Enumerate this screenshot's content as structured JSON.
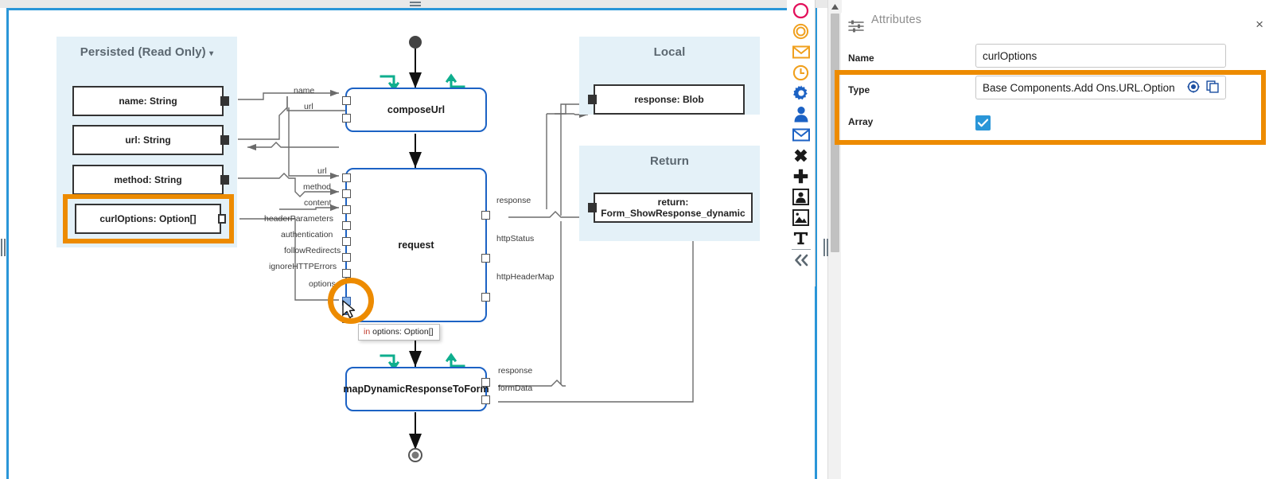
{
  "canvas": {
    "groups": [
      {
        "name": "persisted",
        "title": "Persisted (Read Only)",
        "caret": "▾"
      },
      {
        "name": "local",
        "title": "Local",
        "caret": ""
      },
      {
        "name": "return",
        "title": "Return",
        "caret": ""
      }
    ],
    "persisted_vars": [
      {
        "label": "name: String"
      },
      {
        "label": "url: String"
      },
      {
        "label": "method: String"
      },
      {
        "label": "curlOptions: Option[]"
      }
    ],
    "local_vars": [
      {
        "label": "response: Blob"
      }
    ],
    "return_vars": [
      {
        "label": "return: Form_ShowResponse_dynamic"
      }
    ],
    "nodes": [
      {
        "name": "composeUrl",
        "label": "composeUrl",
        "inputs": [
          "name",
          "url"
        ],
        "outputs": []
      },
      {
        "name": "request",
        "label": "request",
        "inputs": [
          "url",
          "method",
          "content",
          "headerParameters",
          "authentication",
          "followRedirects",
          "ignoreHTTPErrors",
          "options"
        ],
        "outputs": [
          "response",
          "httpStatus",
          "httpHeaderMap"
        ]
      },
      {
        "name": "mapDynamicResponseToForm",
        "label": "mapDynamicResponseToForm",
        "inputs": [],
        "outputs": [
          "response",
          "formData"
        ]
      }
    ],
    "tooltip": {
      "prefix": "in",
      "text": "options: Option[]"
    },
    "highlight_color": "#ed8b00"
  },
  "toolbar": {
    "items": [
      {
        "name": "circle-outline-icon",
        "color": "#e3105b"
      },
      {
        "name": "double-circle-icon",
        "color": "#f0a01e"
      },
      {
        "name": "envelope-orange-icon",
        "color": "#f0a01e"
      },
      {
        "name": "clock-icon",
        "color": "#f0a01e"
      },
      {
        "name": "gear-icon",
        "color": "#1c62c4"
      },
      {
        "name": "user-icon",
        "color": "#1c62c4"
      },
      {
        "name": "envelope-blue-icon",
        "color": "#1c62c4"
      },
      {
        "name": "x-cross-icon",
        "color": "#1a1a1a"
      },
      {
        "name": "plus-cross-icon",
        "color": "#1a1a1a"
      },
      {
        "name": "user-frame-icon",
        "color": "#1a1a1a"
      },
      {
        "name": "image-frame-icon",
        "color": "#1a1a1a"
      },
      {
        "name": "text-icon",
        "color": "#1a1a1a"
      },
      {
        "name": "collapse-left-icon",
        "color": "#5b6770"
      }
    ]
  },
  "attributes": {
    "title": "Attributes",
    "close_label": "×",
    "fields": [
      {
        "name": "name",
        "label": "Name",
        "type": "text",
        "value": "curlOptions"
      },
      {
        "name": "type",
        "label": "Type",
        "type": "text",
        "value": "Base Components.Add Ons.URL.Option",
        "icons": [
          "target-icon",
          "copy-icon"
        ]
      },
      {
        "name": "array",
        "label": "Array",
        "type": "checkbox",
        "checked": true,
        "check_glyph": "✓"
      }
    ]
  }
}
